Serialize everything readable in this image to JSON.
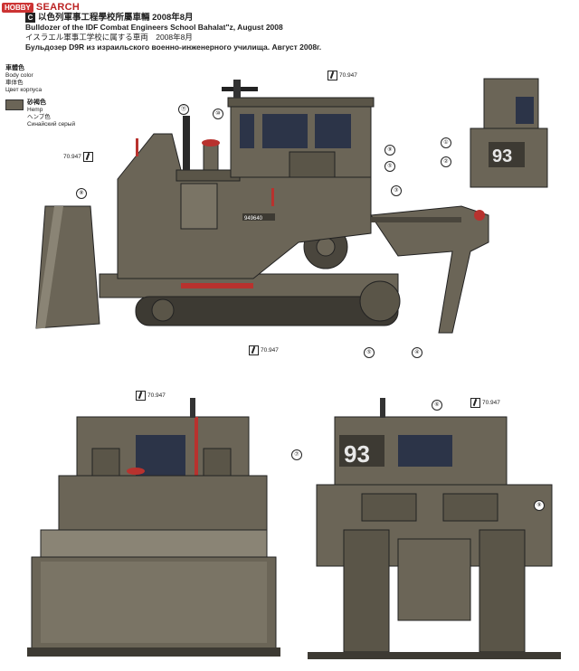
{
  "watermark": {
    "logo": "HOBBY",
    "text": "SEARCH"
  },
  "title": {
    "badge": "C",
    "line1": "以色列軍事工程學校所屬車輛 2008年8月",
    "line2": "Bulldozer of the IDF Combat Engineers School Bahalat\"z, August 2008",
    "line3": "イスラエル軍事工学校に属する車両　2008年8月",
    "line4": "Бульдозер D9R из израильского военно-инженерного училища. Август 2008г."
  },
  "legend": {
    "body_color": {
      "zh": "車體色",
      "en": "Body color",
      "ja": "車体色",
      "ru": "Цвет корпуса"
    },
    "hemp": {
      "zh": "砂褐色",
      "en": "Hemp",
      "ja": "ヘンプ色",
      "ru": "Синайский серый"
    }
  },
  "paint_code": "70.947",
  "vehicle_number": "93",
  "plate": "949640",
  "part_numbers": [
    "①",
    "②",
    "③",
    "④",
    "⑤",
    "⑥",
    "⑦",
    "⑧",
    "⑨",
    "⑩",
    "⑪"
  ],
  "colors": {
    "body": "#6b6557",
    "dark": "#3d3a33",
    "light": "#8a8475",
    "accent": "#b8322e",
    "glass": "#2c3448"
  }
}
